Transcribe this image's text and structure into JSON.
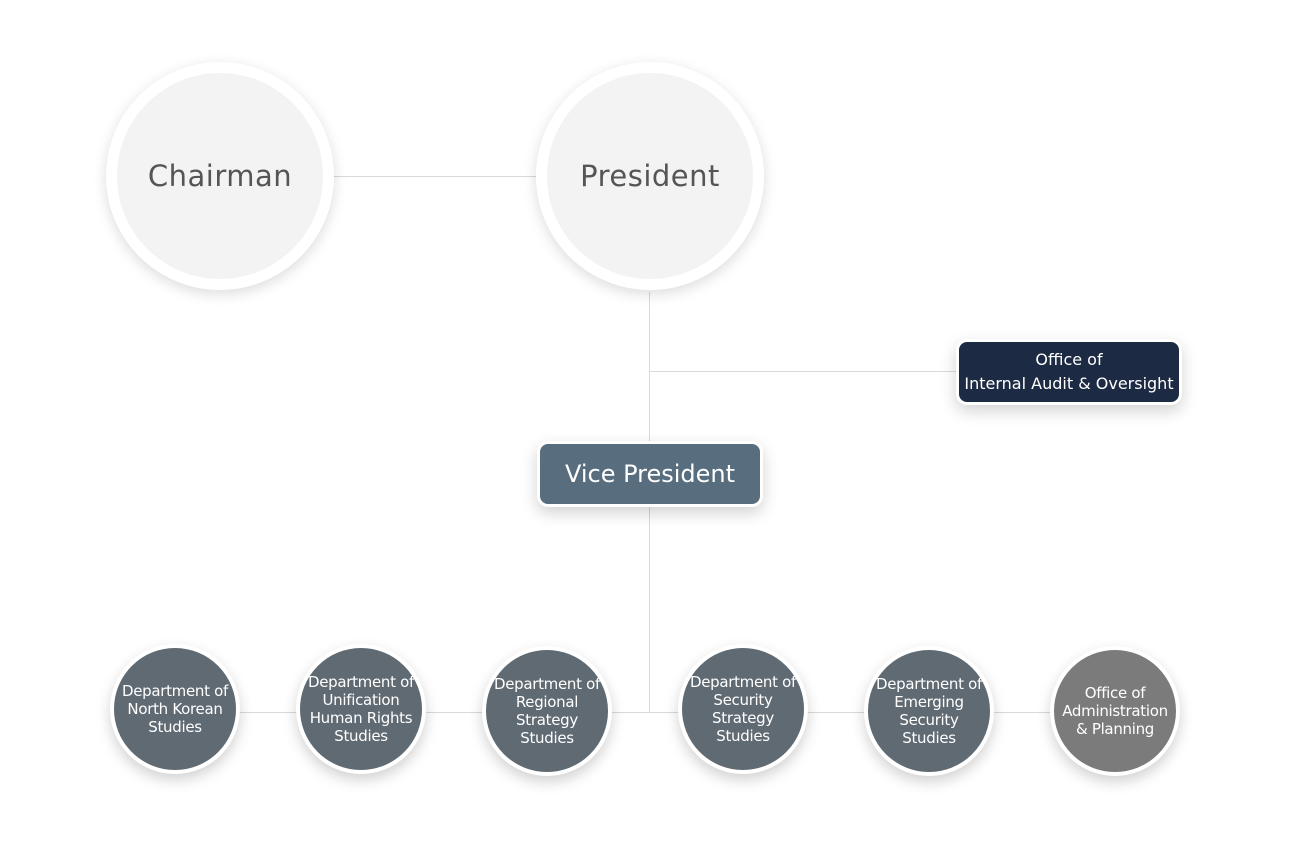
{
  "chairman": {
    "label": "Chairman"
  },
  "president": {
    "label": "President"
  },
  "audit_office": {
    "line1": "Office of",
    "line2": "Internal Audit & Oversight"
  },
  "vice_president": {
    "label": "Vice President"
  },
  "departments": [
    {
      "label": "Department of\nNorth Korean\nStudies"
    },
    {
      "label": "Department of\nUnification\nHuman Rights\nStudies"
    },
    {
      "label": "Department of\nRegional\nStrategy\nStudies"
    },
    {
      "label": "Department of\nSecurity\nStrategy\nStudies"
    },
    {
      "label": "Department of\nEmerging\nSecurity\nStudies"
    },
    {
      "label": "Office of\nAdministration\n& Planning"
    }
  ],
  "colors": {
    "top_circle_fill": "#f3f3f3",
    "audit_box": "#1c2b43",
    "vice_president_box": "#586d7e",
    "department_circle": "#5f6a72",
    "office_circle": "#7b7b7b",
    "connector": "#d9d9d9"
  }
}
